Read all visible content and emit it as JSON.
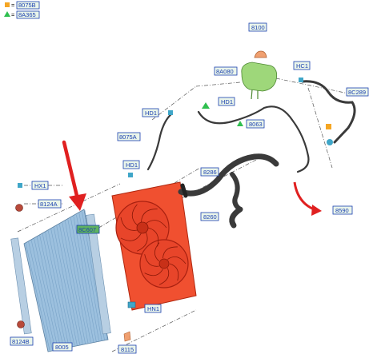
{
  "legend": [
    {
      "label": "8075B",
      "marker": "square",
      "color": "#f5a623"
    },
    {
      "label": "8A365",
      "marker": "triangle",
      "color": "#2fbf4f"
    }
  ],
  "callouts": {
    "c8100": "8100",
    "c8a080": "8A080",
    "hc1": "HC1",
    "c8c289": "8C289",
    "hd1_top": "HD1",
    "hd1_mid": "HD1",
    "hd1_low": "HD1",
    "c8063": "8063",
    "c8075a": "8075A",
    "c8286": "8286",
    "c8260": "8260",
    "c8590": "8590",
    "hx1": "HX1",
    "c8124a": "8124A",
    "c8c607": "8C607",
    "hn1": "HN1",
    "c8124b": "8124B",
    "c8005": "8005",
    "c8115": "8115"
  },
  "colors": {
    "label_border": "#1a3fb0",
    "label_bg": "#eaf5ea",
    "highlight_label_bg": "#5fb35f",
    "fan_shroud": "#f05030",
    "radiator": "#9cc0de",
    "reservoir": "#9ed77a",
    "arrow": "#e02020",
    "hose": "#3a3a3a"
  }
}
